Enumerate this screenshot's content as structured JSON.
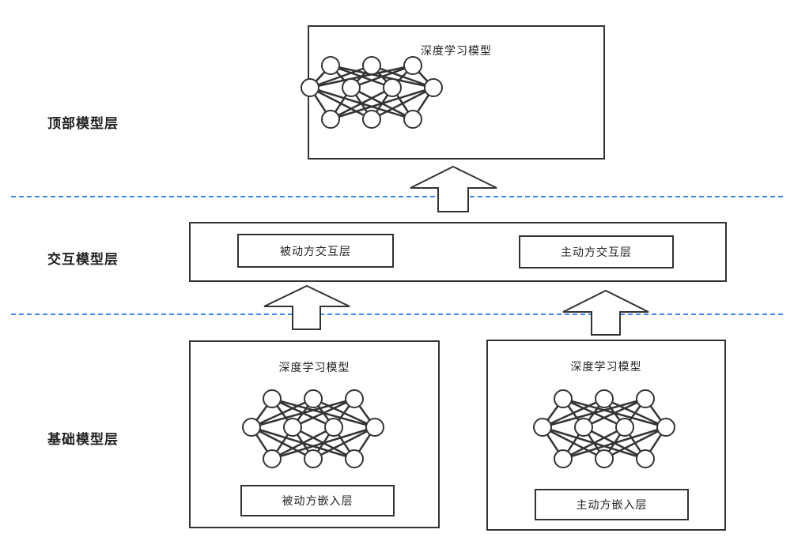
{
  "layers": {
    "top": "顶部模型层",
    "interaction": "交互模型层",
    "base": "基础模型层"
  },
  "top_box": {
    "title": "深度学习模型"
  },
  "interaction_box": {
    "passive_label": "被动方交互层",
    "active_label": "主动方交互层"
  },
  "base_left": {
    "title": "深度学习模型",
    "embed_label": "被动方嵌入层"
  },
  "base_right": {
    "title": "深度学习模型",
    "embed_label": "主动方嵌入层"
  },
  "colors": {
    "divider": "#3b86e8",
    "stroke": "#333333"
  },
  "network_layers": [
    3,
    4,
    3
  ]
}
